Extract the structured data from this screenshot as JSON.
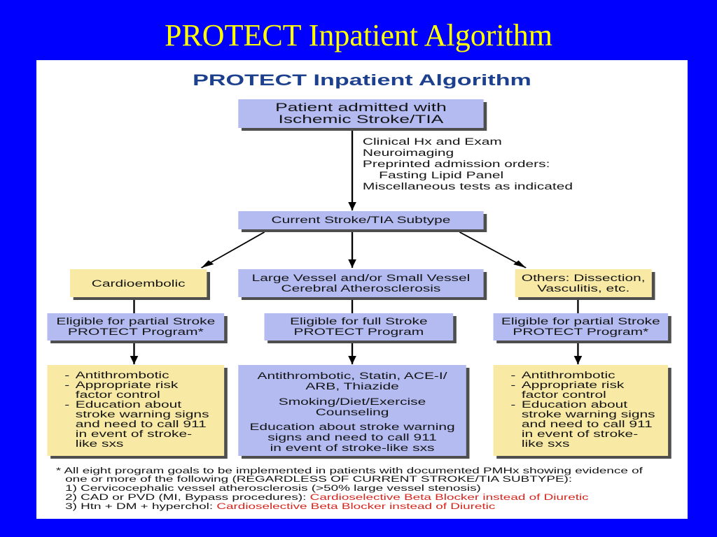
{
  "slide": {
    "title": "PROTECT Inpatient Algorithm"
  },
  "figure": {
    "heading": "PROTECT Inpatient Algorithm",
    "admission_box": [
      "Patient admitted with",
      "Ischemic Stroke/TIA"
    ],
    "initial_workup": [
      "Clinical Hx and Exam",
      "Neuroimaging",
      "Preprinted admission orders:",
      "Fasting Lipid Panel",
      "Miscellaneous tests as indicated"
    ],
    "subtype_box": "Current Stroke/TIA Subtype",
    "bullet_marker": "-",
    "branches": [
      {
        "subtype": [
          "Cardioembolic"
        ],
        "eligibility": [
          "Eligible for partial Stroke",
          "PROTECT Program*"
        ],
        "interventions": [
          [
            "Antithrombotic"
          ],
          [
            "Appropriate risk",
            "factor control"
          ],
          [
            "Education about",
            "stroke warning signs",
            "and need to call 911",
            "in event of stroke-",
            "like sxs"
          ]
        ]
      },
      {
        "subtype": [
          "Large Vessel and/or Small Vessel",
          "Cerebral Atherosclerosis"
        ],
        "eligibility": [
          "Eligible for full Stroke",
          "PROTECT Program"
        ],
        "interventions": [
          [
            "Antithrombotic, Statin, ACE-I/",
            "ARB, Thiazide"
          ],
          [
            "Smoking/Diet/Exercise",
            "Counseling"
          ],
          [
            "Education about stroke warning",
            "signs and need to call 911",
            "in event of stroke-like sxs"
          ]
        ]
      },
      {
        "subtype": [
          "Others: Dissection,",
          "Vasculitis, etc."
        ],
        "eligibility": [
          "Eligible for partial Stroke",
          "PROTECT Program*"
        ],
        "interventions": [
          [
            "Antithrombotic"
          ],
          [
            "Appropriate risk",
            "factor control"
          ],
          [
            "Education about",
            "stroke warning signs",
            "and need to call 911",
            "in event of stroke-",
            "like sxs"
          ]
        ]
      }
    ],
    "footnote": {
      "intro": [
        "* All eight program goals to be implemented in patients with documented PMHx showing evidence of",
        "one or more of the following (REGARDLESS OF CURRENT STROKE/TIA SUBTYPE):"
      ],
      "conditions": [
        {
          "text": "1) Cervicocephalic vessel atherosclerosis (>50% large vessel stenosis)"
        },
        {
          "text": "2) CAD or PVD (MI, Bypass procedures):",
          "recommendation": "Cardioselective Beta Blocker instead of Diuretic"
        },
        {
          "text": "3) Htn + DM + hyperchol:",
          "recommendation": "Cardioselective Beta Blocker instead of Diuretic"
        }
      ]
    }
  },
  "colors": {
    "slide_background": "#0000ff",
    "slide_title": "#ffff00",
    "figure_heading": "#1c3f8e",
    "box_blue": "#b3bbf1",
    "box_yellow": "#f8eaa5",
    "recommendation_red": "#d5261d"
  }
}
